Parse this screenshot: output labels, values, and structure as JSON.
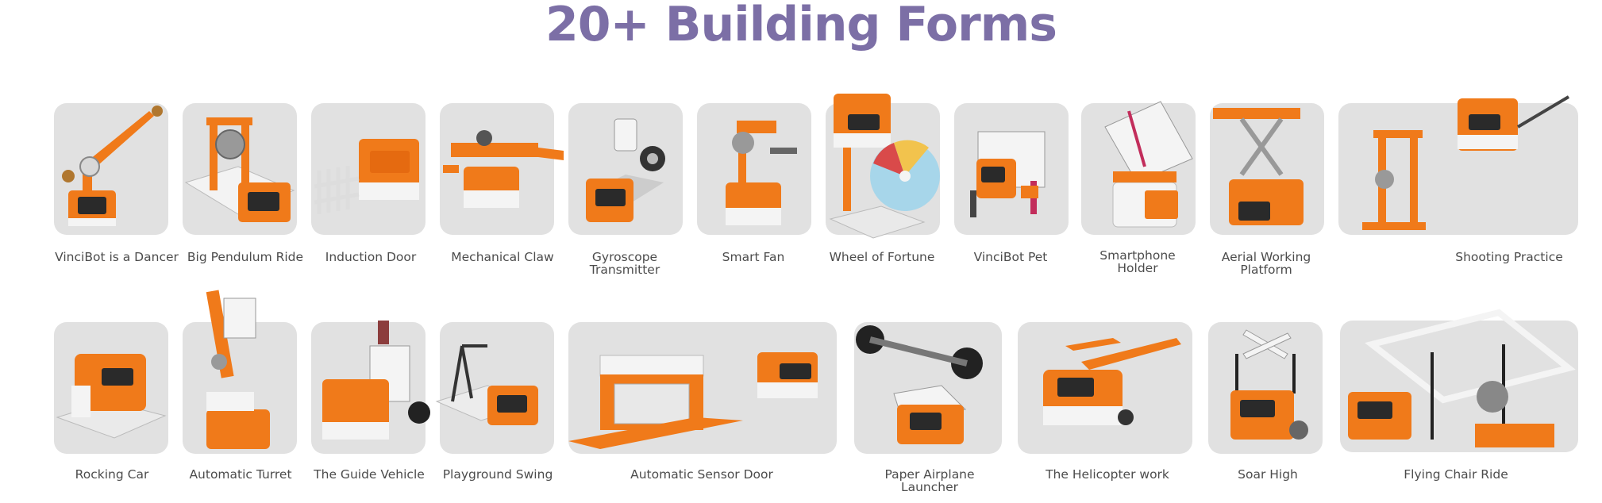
{
  "page": {
    "title": "20+ Building Forms",
    "title_color": "#7c6fa6",
    "card_bg": "#e1e1e1",
    "robot_orange": "#f07a1a",
    "label_color": "#4c4c4c"
  },
  "forms": [
    {
      "label": "VinciBot is a Dancer",
      "icon": "dancer-robot"
    },
    {
      "label": "Big Pendulum Ride",
      "icon": "pendulum-ride"
    },
    {
      "label": "Induction Door",
      "icon": "induction-door"
    },
    {
      "label": "Mechanical Claw",
      "icon": "mechanical-claw"
    },
    {
      "label": "Gyroscope Transmitter",
      "icon": "gyroscope"
    },
    {
      "label": "Smart Fan",
      "icon": "smart-fan"
    },
    {
      "label": "Wheel of Fortune",
      "icon": "wheel-of-fortune"
    },
    {
      "label": "VinciBot Pet",
      "icon": "pet-robot"
    },
    {
      "label": "Smartphone Holder",
      "icon": "phone-holder"
    },
    {
      "label": "Aerial Working Platform",
      "icon": "aerial-platform"
    },
    {
      "label": "Shooting Practice",
      "icon": "shooting-practice"
    },
    {
      "label": "Rocking Car",
      "icon": "rocking-car"
    },
    {
      "label": "Automatic Turret",
      "icon": "turret"
    },
    {
      "label": "The Guide Vehicle",
      "icon": "guide-vehicle"
    },
    {
      "label": "Playground Swing",
      "icon": "swing"
    },
    {
      "label": "Automatic Sensor Door",
      "icon": "sensor-door"
    },
    {
      "label": "Paper Airplane Launcher",
      "icon": "airplane-launcher"
    },
    {
      "label": "The Helicopter work",
      "icon": "helicopter"
    },
    {
      "label": "Soar High",
      "icon": "soar-high"
    },
    {
      "label": "Flying Chair Ride",
      "icon": "flying-chair"
    }
  ]
}
